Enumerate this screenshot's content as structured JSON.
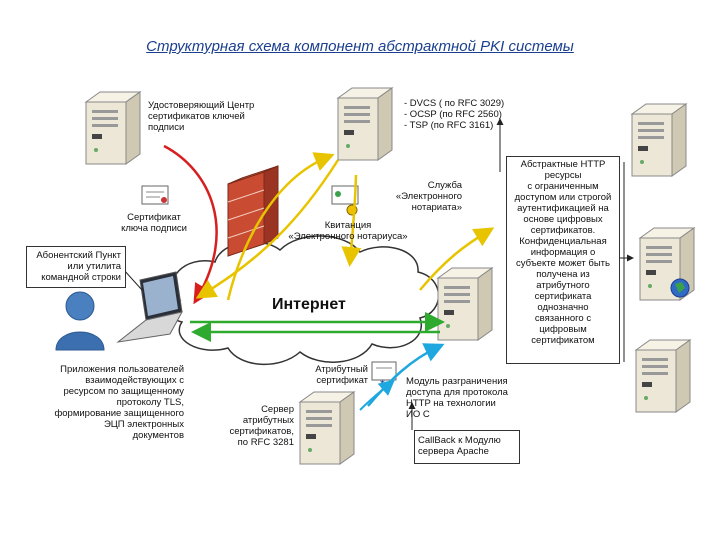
{
  "title": "Структурная схема компонент абстрактной PKI системы",
  "cloud_label": "Интернет",
  "labels": {
    "ca": "Удостоверяющий Центр\nсертификатов ключей\nподписи",
    "services": "- DVCS ( по RFC 3029)\n- OCSP (по RFC 2560)\n- TSP (по RFC 3161)",
    "notary_service": "Служба\n«Электронного\nнотариата»",
    "receipt": "Квитанция\n«Электронного нотариуса»",
    "key_cert": "Сертификат\nключа подписи",
    "subscriber_point": "Абонентский Пункт\nили утилита\nкомандной строки",
    "http_resources": "Абстрактные HTTP\nресурсы\nс ограниченным\nдоступом или строгой\nаутентификацией на\nоснове цифровых\nсертификатов.\nКонфиденциальная\nинформация о\nсубъекте может быть\nполучена из\nатрибутного\nсертификата\nоднозначно\nсвязанного с\nцифровым\nсертификатом",
    "client_apps": "Приложения пользователей\nвзаимодействующих с\nресурсом по защищенному\nпротоколу TLS,\nформирование защищенного\nЭЦП электронных\nдокументов",
    "attr_cert": "Атрибутный\nсертификат",
    "attr_server": "Сервер\nатрибутных\nсертификатов,\nпо RFC 3281",
    "access_module": "Модуль разграничения\nдоступа для протокола\nHTTP на технологии\nИО С",
    "callback": "CallBack к Модулю\nсервера Apache"
  },
  "colors": {
    "title": "#1a3f8f",
    "red_arrow": "#d81f1f",
    "yellow_arrow": "#e8c400",
    "green_arrow": "#2eaa2e",
    "cyan_arrow": "#1fa8e0",
    "server_body": "#ece7d6",
    "firewall": "#c94b32",
    "user": "#3b6fb0"
  },
  "icons": [
    "server-icon",
    "firewall-icon",
    "laptop-icon",
    "user-icon",
    "certificate-icon",
    "globe-icon"
  ]
}
